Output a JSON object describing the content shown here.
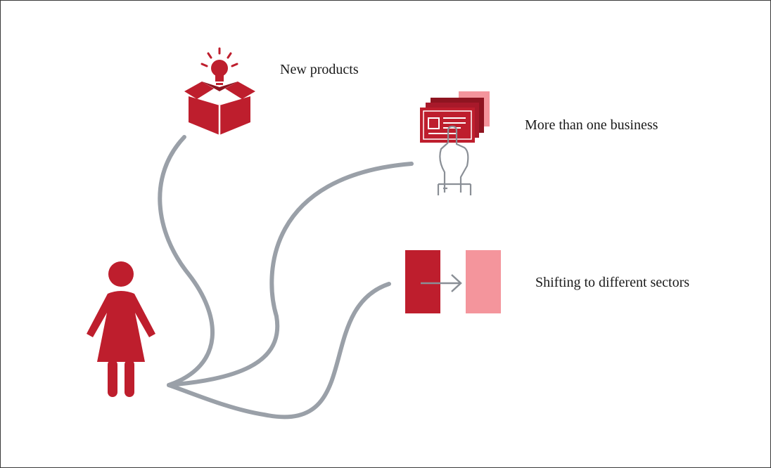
{
  "labels": {
    "new_products": "New products",
    "more_than_one_business": "More than one business",
    "shifting_sectors": "Shifting to different sectors"
  },
  "icons": {
    "person": "woman-person-icon",
    "box": "open-box-lightbulb-icon",
    "cards": "hand-holding-cards-icon",
    "shift": "shift-arrow-icon"
  },
  "colors": {
    "red": "#be1e2d",
    "dark_red": "#8e1420",
    "pink": "#f4959c",
    "path_gray": "#9aa0a8",
    "outline_gray": "#8a8f96"
  }
}
